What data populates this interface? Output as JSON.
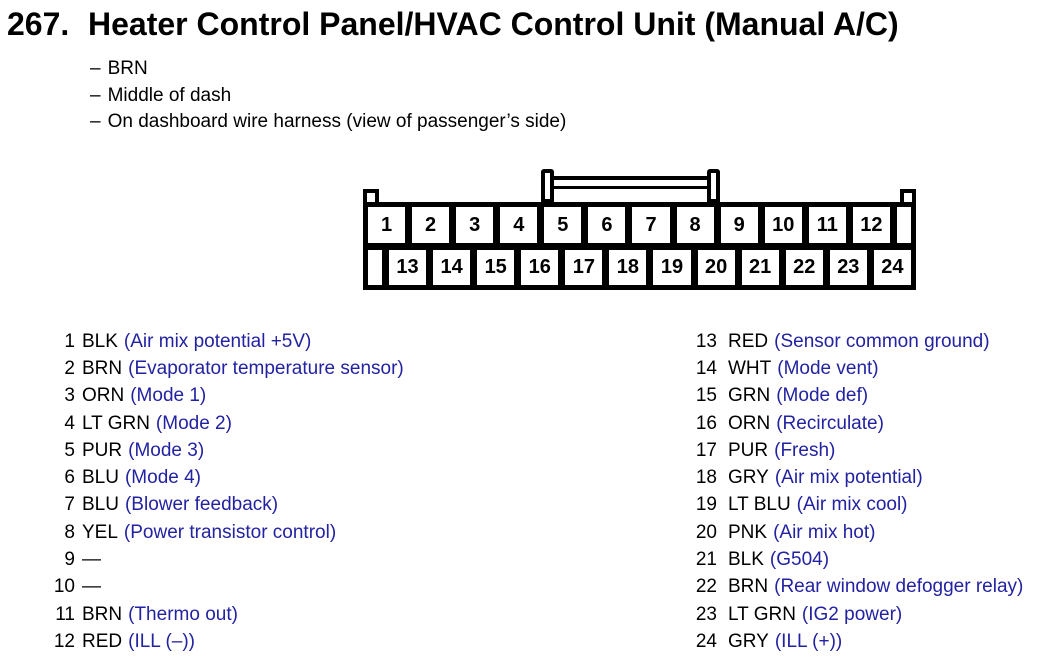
{
  "title": {
    "number": "267.",
    "text": "Heater Control Panel/HVAC Control Unit (Manual A/C)"
  },
  "notes": {
    "dash": "–",
    "items": [
      "BRN",
      "Middle of dash",
      "On dashboard wire harness (view of passenger’s side)"
    ]
  },
  "connector": {
    "top_row": [
      "1",
      "2",
      "3",
      "4",
      "5",
      "6",
      "7",
      "8",
      "9",
      "10",
      "11",
      "12"
    ],
    "bottom_row": [
      "13",
      "14",
      "15",
      "16",
      "17",
      "18",
      "19",
      "20",
      "21",
      "22",
      "23",
      "24"
    ]
  },
  "pins_left": [
    {
      "num": "1",
      "wire": "BLK",
      "signal": "(Air mix potential +5V)"
    },
    {
      "num": "2",
      "wire": "BRN",
      "signal": "(Evaporator temperature sensor)"
    },
    {
      "num": "3",
      "wire": "ORN",
      "signal": "(Mode 1)"
    },
    {
      "num": "4",
      "wire": "LT GRN",
      "signal": "(Mode 2)"
    },
    {
      "num": "5",
      "wire": "PUR",
      "signal": "(Mode 3)"
    },
    {
      "num": "6",
      "wire": "BLU",
      "signal": "(Mode 4)"
    },
    {
      "num": "7",
      "wire": "BLU",
      "signal": "(Blower feedback)"
    },
    {
      "num": "8",
      "wire": "YEL",
      "signal": "(Power transistor control)"
    },
    {
      "num": "9",
      "wire": "—",
      "signal": ""
    },
    {
      "num": "10",
      "wire": "—",
      "signal": ""
    },
    {
      "num": "11",
      "wire": "BRN",
      "signal": "(Thermo out)"
    },
    {
      "num": "12",
      "wire": "RED",
      "signal": "(ILL (–))"
    }
  ],
  "pins_right": [
    {
      "num": "13",
      "wire": "RED",
      "signal": "(Sensor common ground)"
    },
    {
      "num": "14",
      "wire": "WHT",
      "signal": "(Mode vent)"
    },
    {
      "num": "15",
      "wire": "GRN",
      "signal": "(Mode def)"
    },
    {
      "num": "16",
      "wire": "ORN",
      "signal": "(Recirculate)"
    },
    {
      "num": "17",
      "wire": "PUR",
      "signal": "(Fresh)"
    },
    {
      "num": "18",
      "wire": "GRY",
      "signal": "(Air mix potential)"
    },
    {
      "num": "19",
      "wire": "LT BLU",
      "signal": "(Air mix cool)"
    },
    {
      "num": "20",
      "wire": "PNK",
      "signal": "(Air mix hot)"
    },
    {
      "num": "21",
      "wire": "BLK",
      "signal": "(G504)"
    },
    {
      "num": "22",
      "wire": "BRN",
      "signal": "(Rear window defogger relay)"
    },
    {
      "num": "23",
      "wire": "LT GRN",
      "signal": "(IG2 power)"
    },
    {
      "num": "24",
      "wire": "GRY",
      "signal": "(ILL (+))"
    }
  ],
  "colors": {
    "signal_blue": "#2222A2",
    "text": "#000000",
    "background": "#FFFFFF"
  }
}
